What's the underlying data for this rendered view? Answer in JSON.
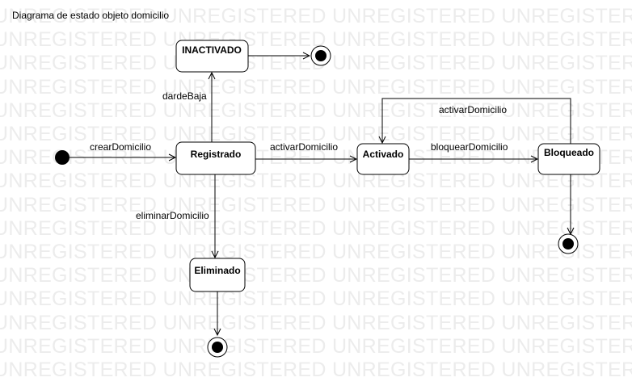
{
  "title": "Diagrama de estado objeto domicilio",
  "watermark": "UNREGISTERED",
  "colors": {
    "watermark": "#ececec",
    "stroke": "#000000",
    "node_fill": "#ffffff"
  },
  "states": {
    "inactivado": "INACTIVADO",
    "registrado": "Registrado",
    "activado": "Activado",
    "bloqueado": "Bloqueado",
    "eliminado": "Eliminado"
  },
  "transitions": {
    "crear": "crearDomicilio",
    "darde_baja": "dardeBaja",
    "activar": "activarDomicilio",
    "bloquear": "bloquearDomicilio",
    "reactivar": "activarDomicilio",
    "eliminar": "eliminarDomicilio"
  }
}
